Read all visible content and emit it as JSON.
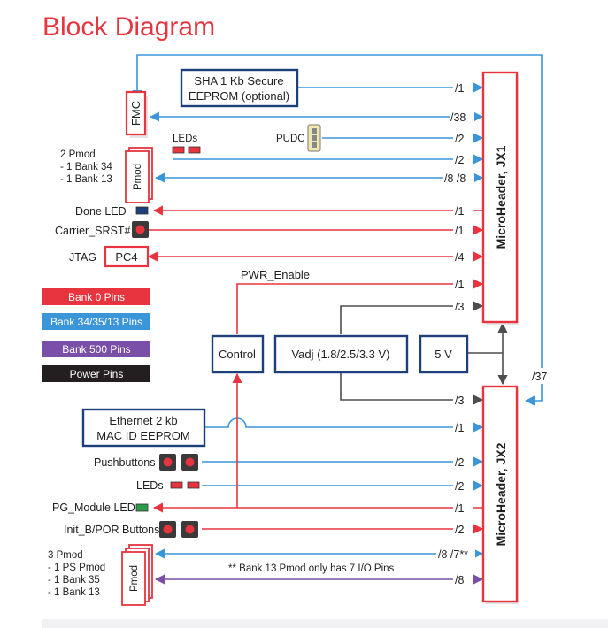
{
  "title": "Block Diagram",
  "blocks": {
    "sha_eeprom": [
      "SHA 1 Kb Secure",
      "EEPROM (optional)"
    ],
    "fmc": "FMC",
    "pmod_top": "Pmod",
    "pmod_top_desc": [
      "2 Pmod",
      "- 1 Bank 34",
      "- 1 Bank 13"
    ],
    "leds_top": "LEDs",
    "pudc": "PUDC",
    "done_led": "Done LED",
    "carrier_srst": "Carrier_SRST#",
    "jtag": "JTAG",
    "pc4": "PC4",
    "pwr_enable": "PWR_Enable",
    "control": "Control",
    "vadj": "Vadj (1.8/2.5/3.3 V)",
    "five_v": "5 V",
    "jx1": "MicroHeader, JX1",
    "jx2": "MicroHeader, JX2",
    "ethernet_eeprom": [
      "Ethernet 2 kb",
      "MAC ID EEPROM"
    ],
    "pushbuttons": "Pushbuttons",
    "leds_bottom": "LEDs",
    "pg_module_led": "PG_Module LED",
    "init_b_por": "Init_B/POR Buttons",
    "pmod_bottom": "Pmod",
    "pmod_bottom_desc": [
      "3 Pmod",
      "- 1 PS Pmod",
      "- 1 Bank 35",
      "- 1 Bank 13"
    ],
    "bank13_note": "** Bank 13 Pmod only has 7 I/O Pins"
  },
  "bus_labels": {
    "sha": "/1",
    "fmc": "/38",
    "pudc": "/2",
    "leds_top": "/2",
    "pmod_top": "/8 /8",
    "done_led": "/1",
    "carrier_srst": "/1",
    "jtag": "/4",
    "pwr_enable": "/1",
    "vadj_jx1": "/3",
    "fmc_jx2": "/37",
    "vadj_jx2": "/3",
    "ethernet": "/1",
    "pushbuttons": "/2",
    "leds_bottom": "/2",
    "pg_module_led": "/1",
    "init_b_por": "/2",
    "pmod_bottom_1": "/8 /7**",
    "pmod_bottom_2": "/8"
  },
  "legend": [
    {
      "label": "Bank 0 Pins",
      "color": "#e8343e"
    },
    {
      "label": "Bank 34/35/13 Pins",
      "color": "#3a96d8"
    },
    {
      "label": "Bank 500 Pins",
      "color": "#7a4fa8"
    },
    {
      "label": "Power Pins",
      "color": "#231f20"
    }
  ],
  "colors": {
    "red": "#e8343e",
    "blue": "#3a96d8",
    "purple": "#7a4fa8",
    "dark": "#4d4d4d",
    "navy": "#1d3f7a"
  }
}
